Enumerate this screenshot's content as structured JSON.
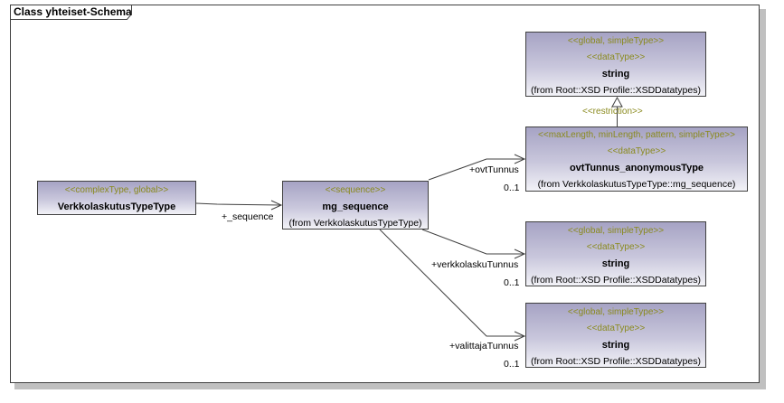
{
  "frame": {
    "title": "Class yhteiset-Schema"
  },
  "classes": {
    "verkkolaskutus": {
      "stereotype": "<<complexType, global>>",
      "name": "VerkkolaskutusTypeType"
    },
    "mg_sequence": {
      "stereotype": "<<sequence>>",
      "name": "mg_sequence",
      "from": "(from VerkkolaskutusTypeType)"
    },
    "string_top": {
      "stereotype1": "<<global, simpleType>>",
      "stereotype2": "<<dataType>>",
      "name": "string",
      "from": "(from Root::XSD Profile::XSDDatatypes)"
    },
    "ovt_anon": {
      "stereotype1": "<<maxLength, minLength, pattern, simpleType>>",
      "stereotype2": "<<dataType>>",
      "name": "ovtTunnus_anonymousType",
      "from": "(from VerkkolaskutusTypeType::mg_sequence)"
    },
    "string_mid": {
      "stereotype1": "<<global, simpleType>>",
      "stereotype2": "<<dataType>>",
      "name": "string",
      "from": "(from Root::XSD Profile::XSDDatatypes)"
    },
    "string_bottom": {
      "stereotype1": "<<global, simpleType>>",
      "stereotype2": "<<dataType>>",
      "name": "string",
      "from": "(from Root::XSD Profile::XSDDatatypes)"
    }
  },
  "associations": {
    "sequence": {
      "role": "+_sequence"
    },
    "ovt": {
      "role": "+ovtTunnus",
      "multiplicity": "0..1"
    },
    "verkkolasku": {
      "role": "+verkkolaskuTunnus",
      "multiplicity": "0..1"
    },
    "valittaja": {
      "role": "+valittajaTunnus",
      "multiplicity": "0..1"
    }
  },
  "generalization": {
    "label": "<<restriction>>"
  }
}
